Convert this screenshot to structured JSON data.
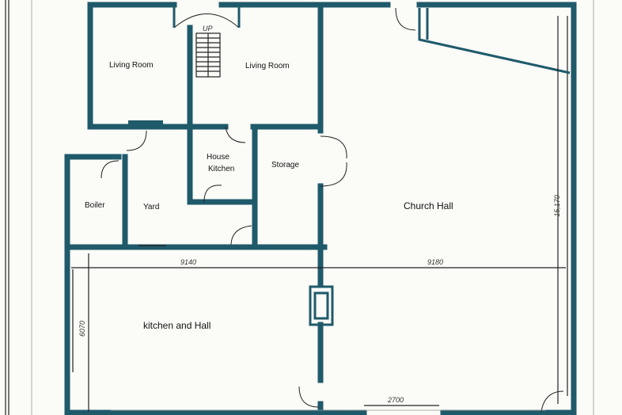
{
  "rooms": {
    "living_room_left": "Living Room",
    "living_room_right": "Living Room",
    "house_kitchen_line1": "House",
    "house_kitchen_line2": "Kitchen",
    "storage": "Storage",
    "boiler": "Boiler",
    "yard": "Yard",
    "church_hall": "Church Hall",
    "kitchen_and_hall": "kitchen and Hall"
  },
  "stair_label": "UP",
  "dimensions": {
    "left_width": "9140",
    "right_width": "9180",
    "overall_depth": "15,170",
    "kitchen_depth": "6070",
    "door_width": "2700"
  },
  "colors": {
    "wall": "#1f5a6a",
    "line": "#222222",
    "paper": "#fbfbf8"
  }
}
